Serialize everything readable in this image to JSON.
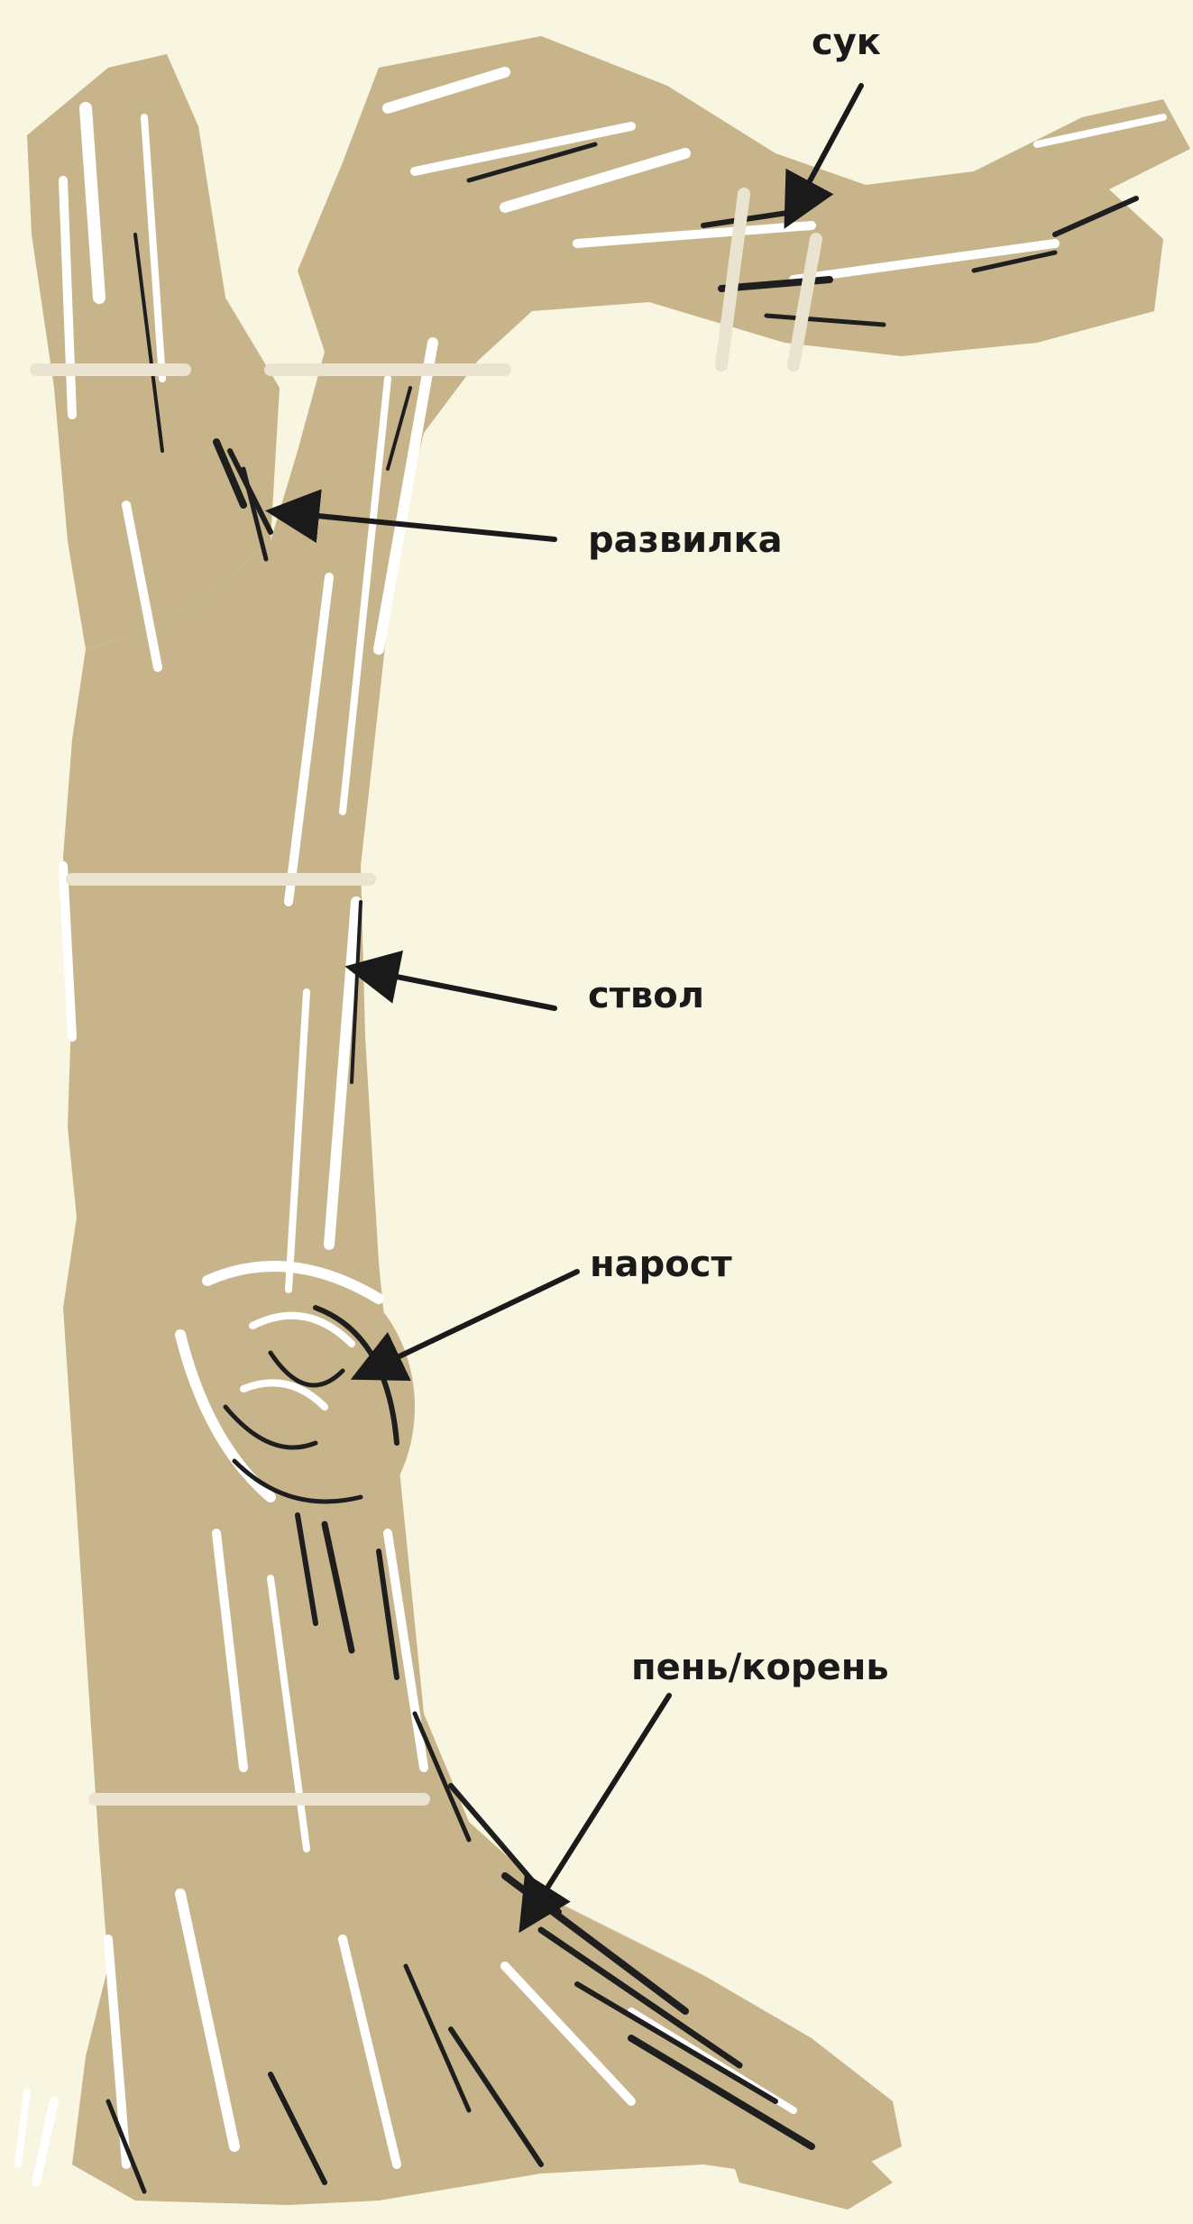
{
  "colors": {
    "background": "#f8f6e1",
    "wood": "#c8b48a",
    "highlight": "#ffffff",
    "bark_line": "#1e1e1e",
    "cut_band": "#e9e3d0",
    "arrow": "#1a1a1a"
  },
  "labels": {
    "knot": "сук",
    "fork": "развилка",
    "trunk": "ствол",
    "burl": "нарост",
    "stump_root": "пень/корень"
  }
}
